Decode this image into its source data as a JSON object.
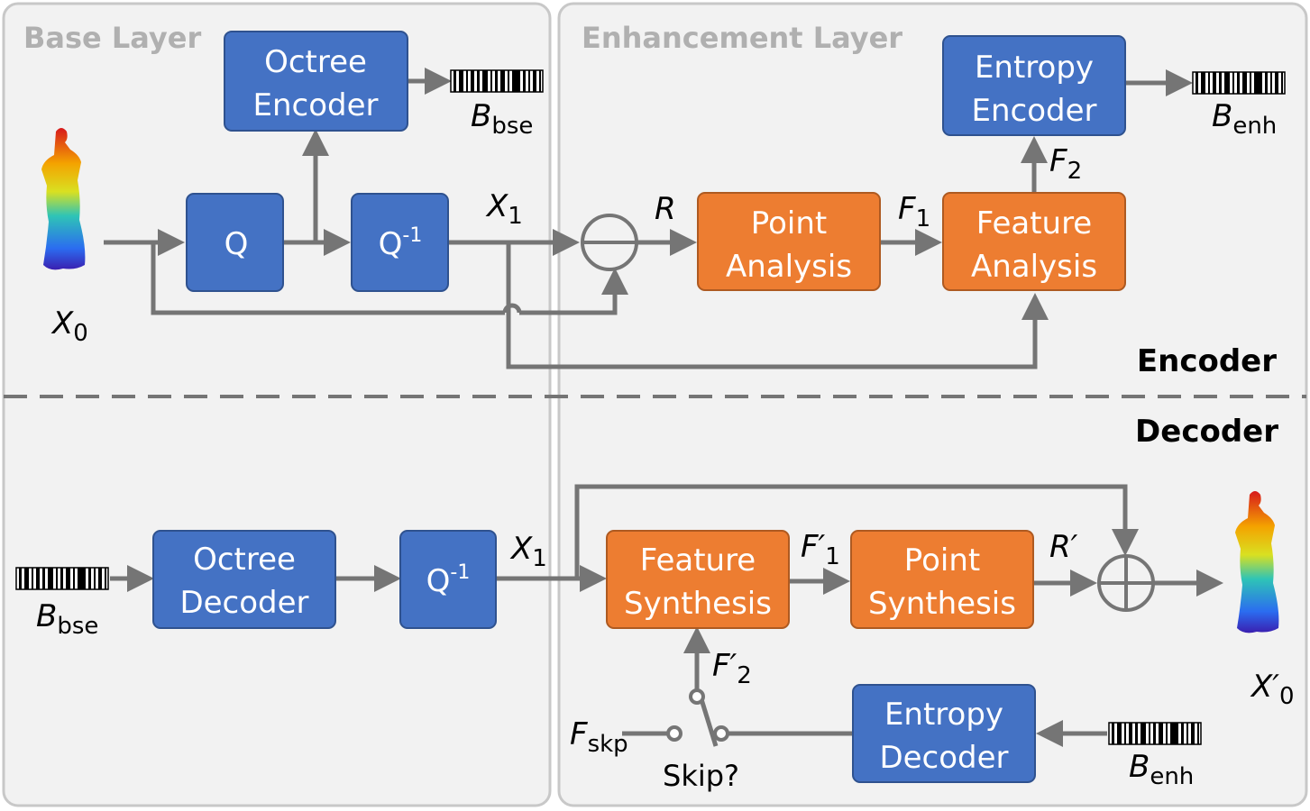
{
  "panels": {
    "base_title": "Base Layer",
    "enh_title": "Enhancement Layer"
  },
  "sections": {
    "encoder": "Encoder",
    "decoder": "Decoder"
  },
  "boxes": {
    "octree_encoder": [
      "Octree",
      "Encoder"
    ],
    "q": "Q",
    "q_inv_enc": "Q",
    "q_inv_dec": "Q",
    "q_inv_sup": "-1",
    "entropy_encoder": [
      "Entropy",
      "Encoder"
    ],
    "point_analysis": [
      "Point",
      "Analysis"
    ],
    "feature_analysis": [
      "Feature",
      "Analysis"
    ],
    "octree_decoder": [
      "Octree",
      "Decoder"
    ],
    "feature_synthesis": [
      "Feature",
      "Synthesis"
    ],
    "point_synthesis": [
      "Point",
      "Synthesis"
    ],
    "entropy_decoder": [
      "Entropy",
      "Decoder"
    ]
  },
  "labels": {
    "x0": {
      "main": "X",
      "sub": "0"
    },
    "x1_enc": {
      "main": "X",
      "sub": "1"
    },
    "x1_dec": {
      "main": "X",
      "sub": "1"
    },
    "r": "R",
    "f1": {
      "main": "F",
      "sub": "1"
    },
    "f2": {
      "main": "F",
      "sub": "2"
    },
    "b_bse_enc": {
      "main": "B",
      "sub": "bse"
    },
    "b_enh_enc": {
      "main": "B",
      "sub": "enh"
    },
    "b_bse_dec": {
      "main": "B",
      "sub": "bse"
    },
    "b_enh_dec": {
      "main": "B",
      "sub": "enh"
    },
    "f1_prime": {
      "main": "F′",
      "sub": "1"
    },
    "f2_prime": {
      "main": "F′",
      "sub": "2"
    },
    "r_prime": "R′",
    "x0_prime": {
      "main": "X′",
      "sub": "0"
    },
    "f_skp": {
      "main": "F",
      "sub": "skp"
    },
    "skip": "Skip?"
  },
  "colors": {
    "blue_box": "#4472c4",
    "orange_box": "#ed7d31",
    "panel_bg": "#f2f2f2",
    "wire": "#757575"
  }
}
